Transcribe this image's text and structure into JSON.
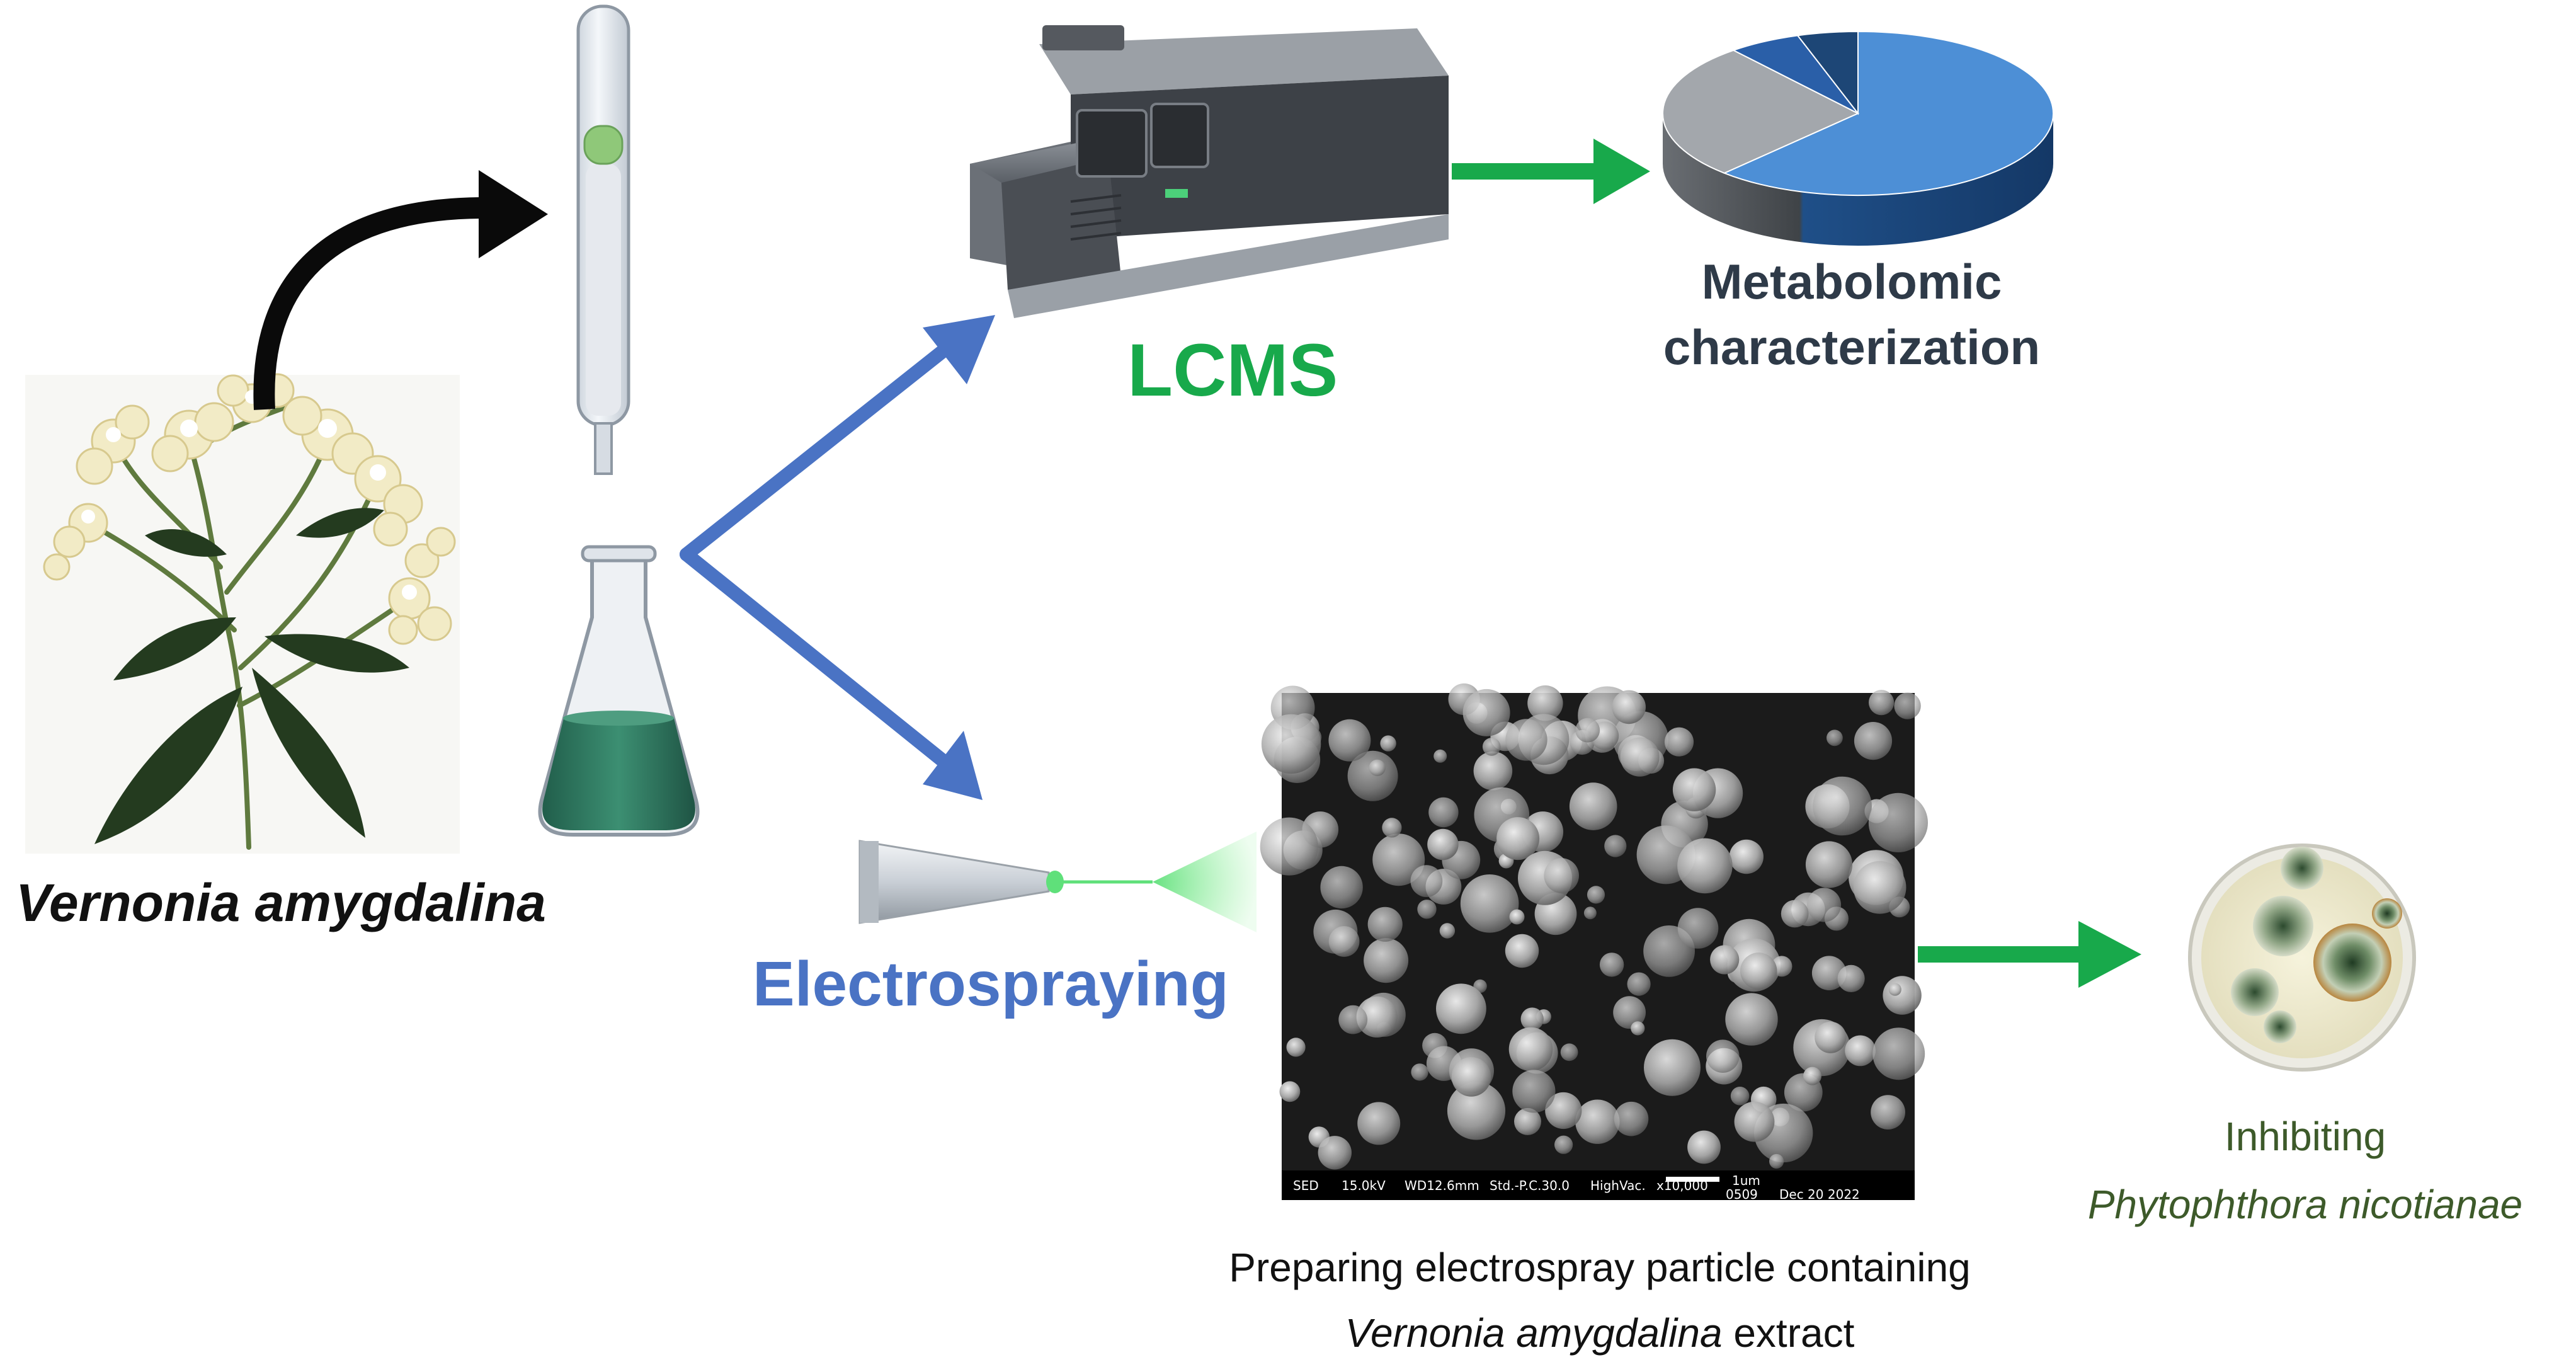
{
  "plant": {
    "name": "Vernonia amygdalina"
  },
  "lcms": {
    "label": "LCMS"
  },
  "metabolomic": {
    "line1": "Metabolomic",
    "line2": "characterization"
  },
  "electrospraying": {
    "label": "Electrospraying"
  },
  "particles": {
    "line1": "Preparing electrospray particle containing",
    "line2_italic": "Vernonia amygdalina",
    "line2_rest": " extract"
  },
  "sem": {
    "detector": "SED",
    "voltage": "15.0kV",
    "wd": "WD12.6mm",
    "std": "Std.-P.C.30.0",
    "vac": "HighVac.",
    "mag": "x10,000",
    "scale": "1um",
    "code": "0509",
    "date": "Dec 20 2022"
  },
  "inhibit": {
    "line1": "Inhibiting",
    "line2": "Phytophthora nicotianae"
  },
  "colors": {
    "green": "#18a94b",
    "blue": "#4a73c4",
    "dark_text": "#2e3a48",
    "inhibit_text": "#3d5a2a",
    "black_arrow": "#0a0a0a"
  },
  "pie_fractions": [
    0.62,
    0.27,
    0.06,
    0.05
  ]
}
